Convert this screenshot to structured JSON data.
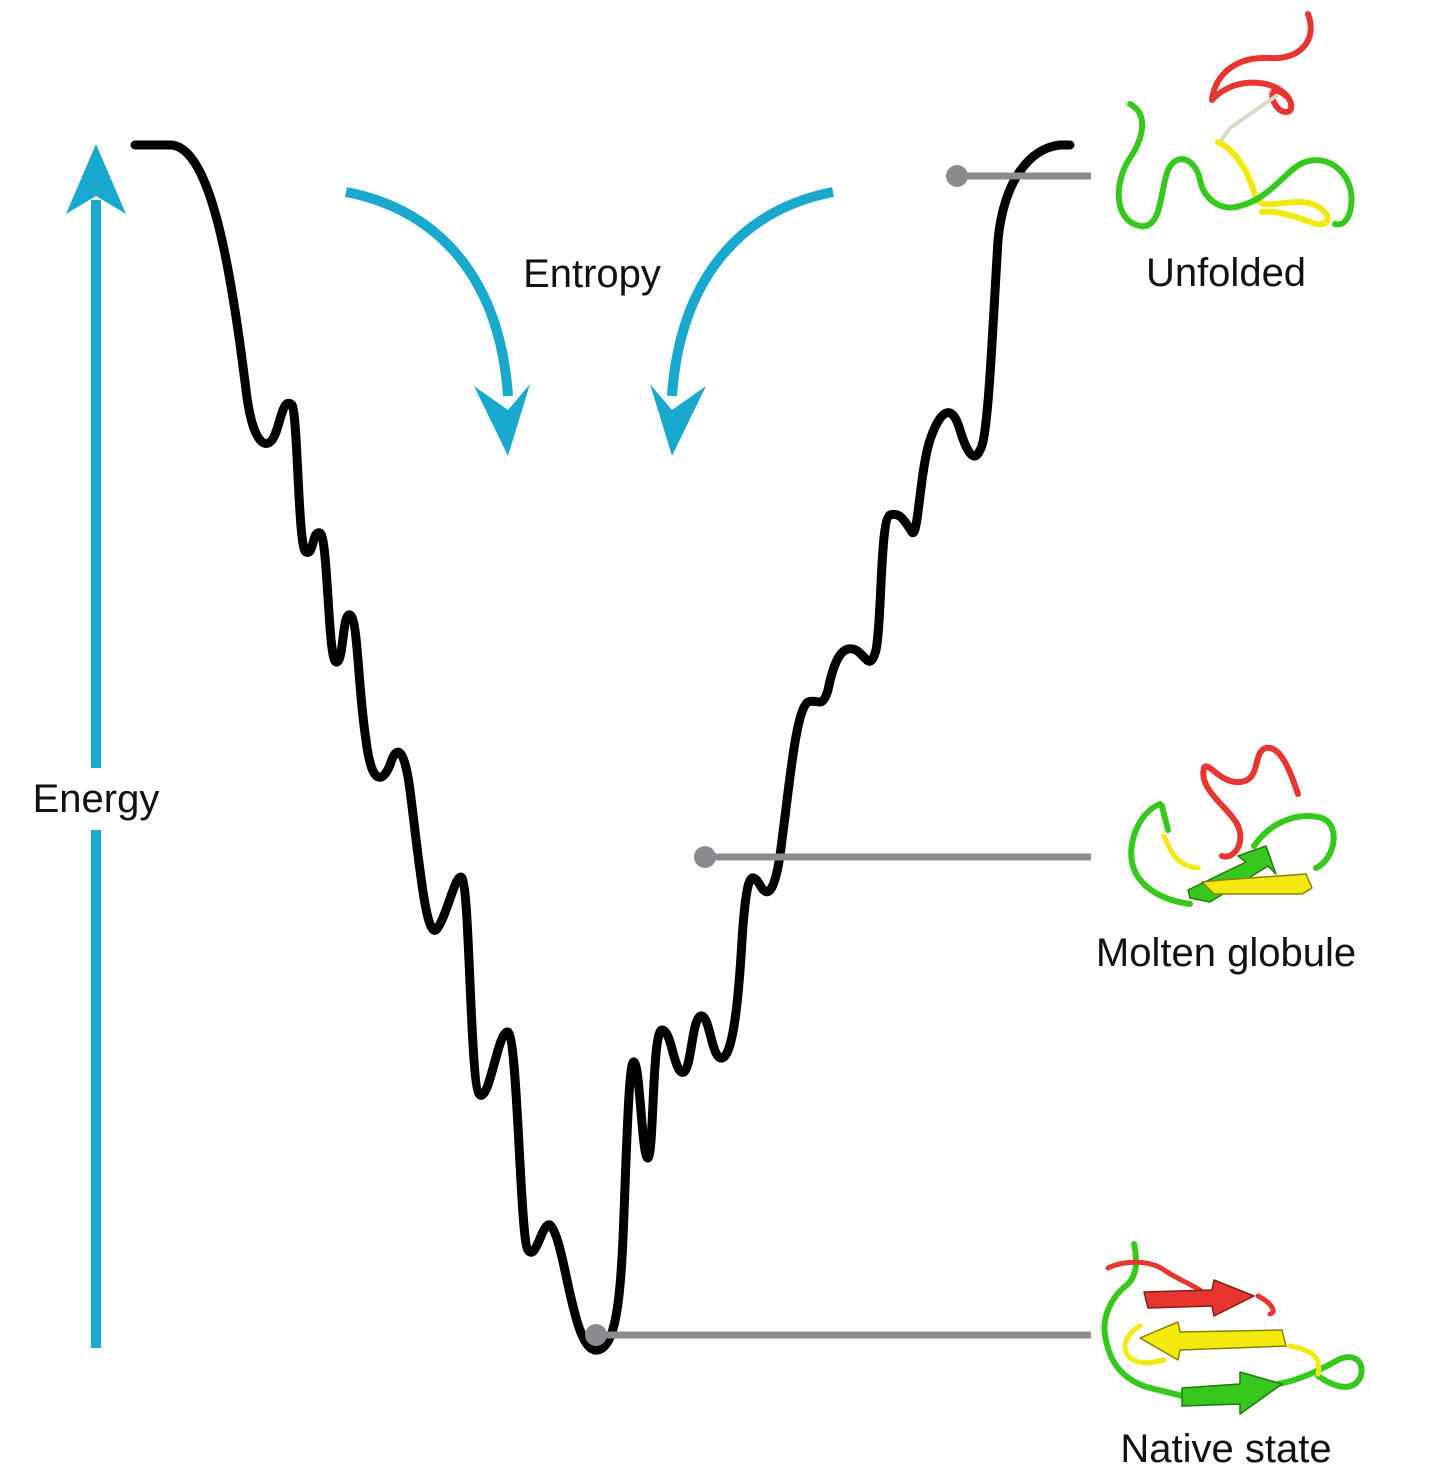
{
  "colors": {
    "accent": "#19a9cf",
    "curve": "#000000",
    "connector": "#898b8f",
    "red": "#e8352f",
    "yellow": "#f2ea0f",
    "green": "#36c81c"
  },
  "labels": {
    "energy": "Energy",
    "entropy": "Entropy",
    "unfolded": "Unfolded",
    "molten_globule": "Molten globule",
    "native_state": "Native state"
  },
  "icons": {
    "energy_arrow": "arrow-up-icon",
    "entropy_arrows": "curved-arrow-down-icon",
    "proteins": "protein-ribbon-icon"
  }
}
